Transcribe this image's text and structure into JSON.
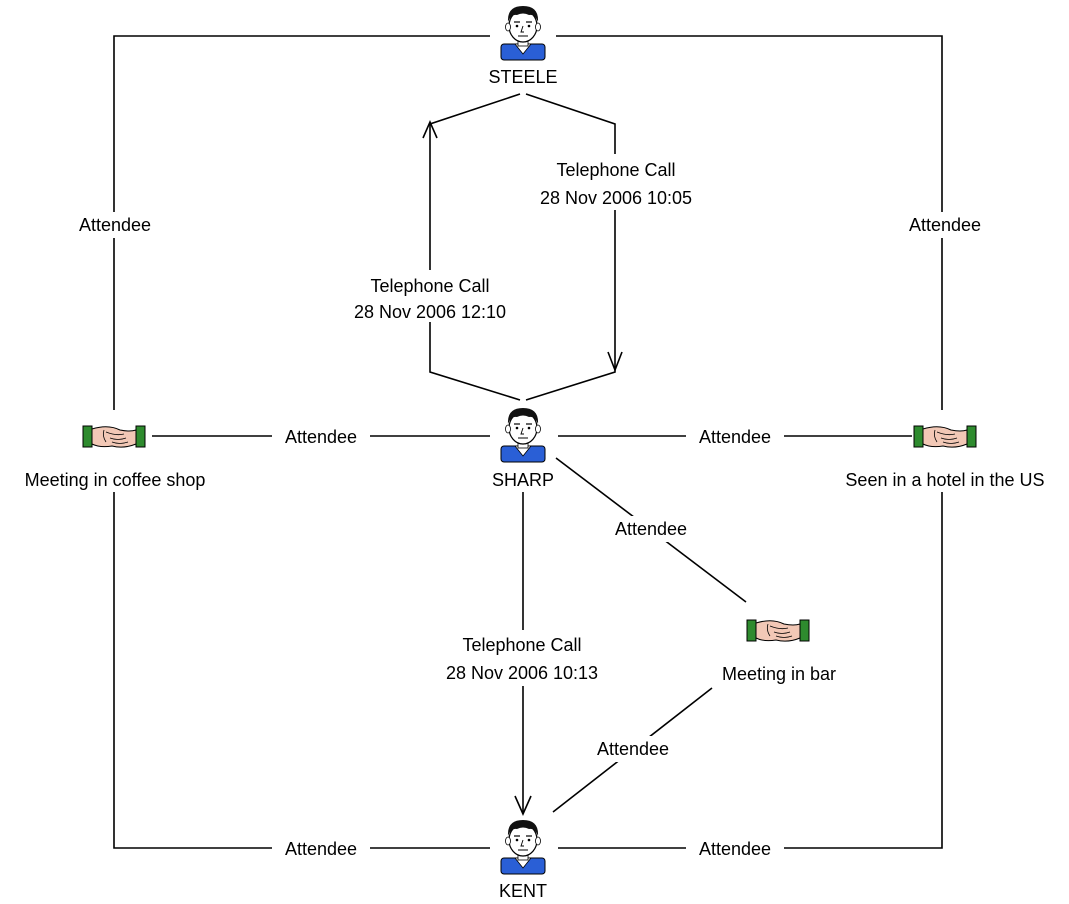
{
  "colors": {
    "line": "#000000",
    "person_shirt": "#2a5fd6",
    "person_hair": "#111111",
    "person_skin": "#ffffff",
    "meeting_sleeve": "#2e8b2e",
    "meeting_hand": "#f2c8b6"
  },
  "nodes": {
    "steele": {
      "label": "STEELE",
      "icon": "person-icon"
    },
    "sharp": {
      "label": "SHARP",
      "icon": "person-icon"
    },
    "kent": {
      "label": "KENT",
      "icon": "person-icon"
    },
    "coffee": {
      "label": "Meeting in coffee shop",
      "icon": "handshake-icon"
    },
    "hotel": {
      "label": "Seen in a hotel in the US",
      "icon": "handshake-icon"
    },
    "bar": {
      "label": "Meeting in bar",
      "icon": "handshake-icon"
    }
  },
  "edges": {
    "steele_coffee": "Attendee",
    "steele_hotel": "Attendee",
    "sharp_to_steele": {
      "line1": "Telephone Call",
      "line2": "28 Nov 2006 12:10"
    },
    "steele_to_sharp": {
      "line1": "Telephone Call",
      "line2": "28 Nov 2006 10:05"
    },
    "coffee_sharp": "Attendee",
    "sharp_hotel": "Attendee",
    "sharp_bar": "Attendee",
    "sharp_to_kent": {
      "line1": "Telephone Call",
      "line2": "28 Nov 2006 10:13"
    },
    "bar_kent": "Attendee",
    "coffee_kent": "Attendee",
    "kent_hotel": "Attendee"
  }
}
